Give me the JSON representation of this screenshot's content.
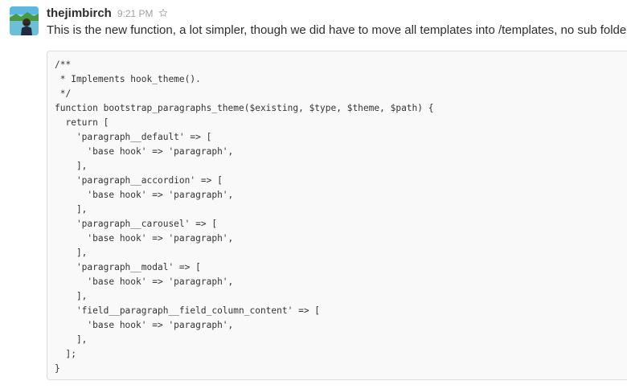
{
  "message": {
    "username": "thejimbirch",
    "timestamp": "9:21 PM",
    "text": "This is the new function, a lot simpler, though we did have to move all templates into /templates, no sub folders",
    "icons": {
      "avatar": "user-avatar",
      "star": "star-icon"
    },
    "code_lines": [
      "/**",
      " * Implements hook_theme().",
      " */",
      "function bootstrap_paragraphs_theme($existing, $type, $theme, $path) {",
      "  return [",
      "    'paragraph__default' => [",
      "      'base hook' => 'paragraph',",
      "    ],",
      "    'paragraph__accordion' => [",
      "      'base hook' => 'paragraph',",
      "    ],",
      "    'paragraph__carousel' => [",
      "      'base hook' => 'paragraph',",
      "    ],",
      "    'paragraph__modal' => [",
      "      'base hook' => 'paragraph',",
      "    ],",
      "    'field__paragraph__field_column_content' => [",
      "      'base hook' => 'paragraph',",
      "    ],",
      "  ];",
      "}"
    ]
  }
}
